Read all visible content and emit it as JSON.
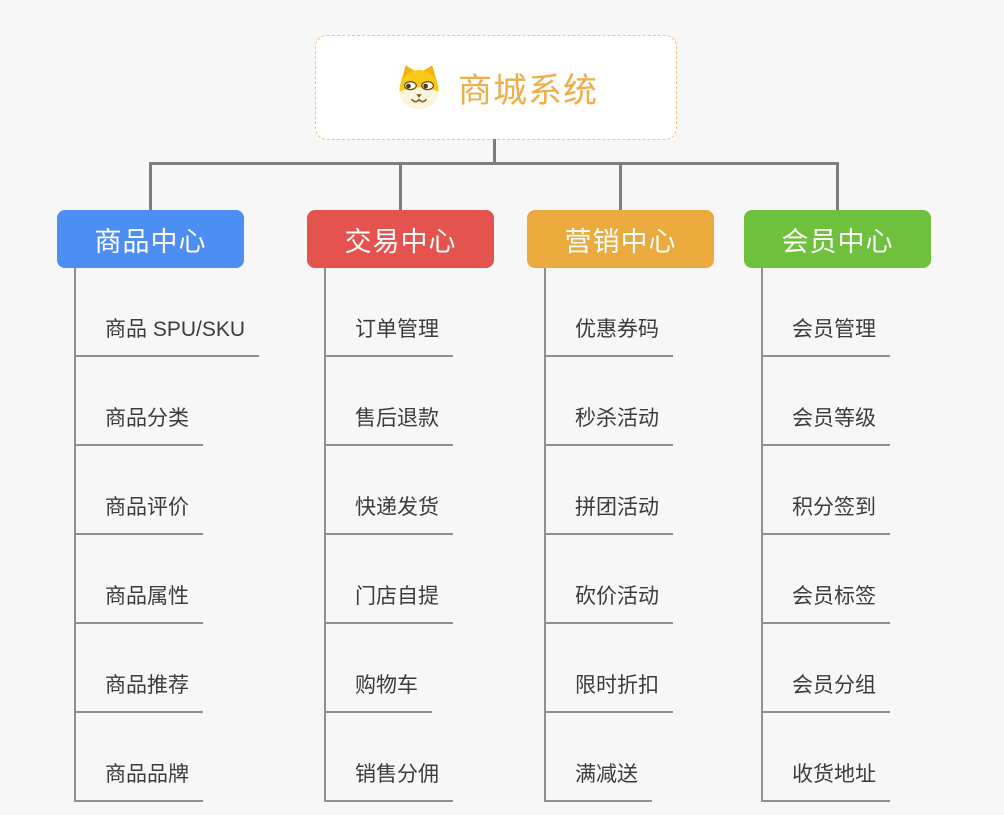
{
  "page": {
    "background": "#f7f7f7"
  },
  "connector_color": "#7e7e7e",
  "underline_color": "#8f8f8f",
  "root": {
    "title": "商城系统",
    "icon": "dog-face-icon",
    "text_color": "#f0ad49",
    "border_color": "#f6c46f"
  },
  "branches": [
    {
      "id": "product-center",
      "label": "商品中心",
      "color": "#4d8ef5",
      "children": [
        "商品 SPU/SKU",
        "商品分类",
        "商品评价",
        "商品属性",
        "商品推荐",
        "商品品牌"
      ]
    },
    {
      "id": "trade-center",
      "label": "交易中心",
      "color": "#e5534f",
      "children": [
        "订单管理",
        "售后退款",
        "快递发货",
        "门店自提",
        "购物车",
        "销售分佣"
      ]
    },
    {
      "id": "marketing-center",
      "label": "营销中心",
      "color": "#ebaa3d",
      "children": [
        "优惠券码",
        "秒杀活动",
        "拼团活动",
        "砍价活动",
        "限时折扣",
        "满减送"
      ]
    },
    {
      "id": "member-center",
      "label": "会员中心",
      "color": "#6fc03c",
      "children": [
        "会员管理",
        "会员等级",
        "积分签到",
        "会员标签",
        "会员分组",
        "收货地址"
      ]
    }
  ]
}
